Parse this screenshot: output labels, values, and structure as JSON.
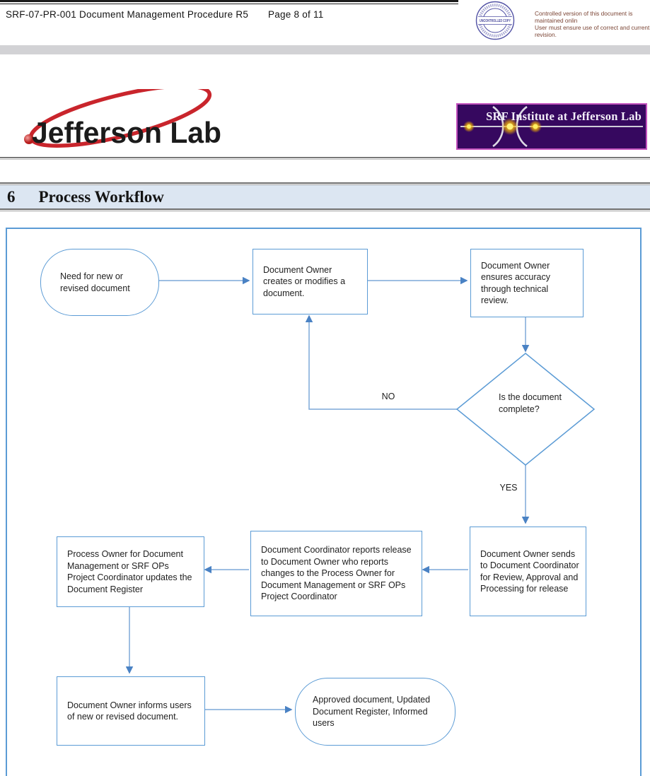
{
  "header": {
    "title": "SRF-07-PR-001 Document Management Procedure R5",
    "page": "Page 8 of 11",
    "stamp_label": "UNCONTROLLED COPY",
    "note_line1": "Controlled version of this document is maintained onlin",
    "note_line2": "User must ensure use of correct and current revision."
  },
  "branding": {
    "logo_text": "Jefferson Lab",
    "banner_text": "SRF Institute at Jefferson Lab"
  },
  "section": {
    "number": "6",
    "title": "Process Workflow"
  },
  "flowchart": {
    "nodes": {
      "start": "Need for new or revised document",
      "create": "Document Owner creates or modifies a document.",
      "review": "Document Owner ensures accuracy through technical review.",
      "decision": "Is the document complete?",
      "send": "Document Owner sends to Document Coordinator for Review, Approval and Processing for release",
      "report": "Document Coordinator reports release to Document Owner who reports changes to the Process Owner for Document Management or SRF OPs Project Coordinator",
      "update": "Process Owner for Document Management or SRF OPs Project Coordinator updates the Document Register",
      "inform": "Document Owner informs users of new or revised document.",
      "end": "Approved document, Updated Document Register, Informed users"
    },
    "labels": {
      "no": "NO",
      "yes": "YES"
    }
  },
  "colors": {
    "flow_border": "#5b9bd5",
    "flow_line": "#7da9d8",
    "arrowhead": "#4a82c4",
    "heading_band_bg": "#dce6f2",
    "banner_bg": "#36085f",
    "banner_border": "#c452be",
    "logo_red": "#c9252c",
    "stamp_blue": "#5252a5",
    "note_text": "#7b4535",
    "gray_band": "#d2d2d5"
  }
}
